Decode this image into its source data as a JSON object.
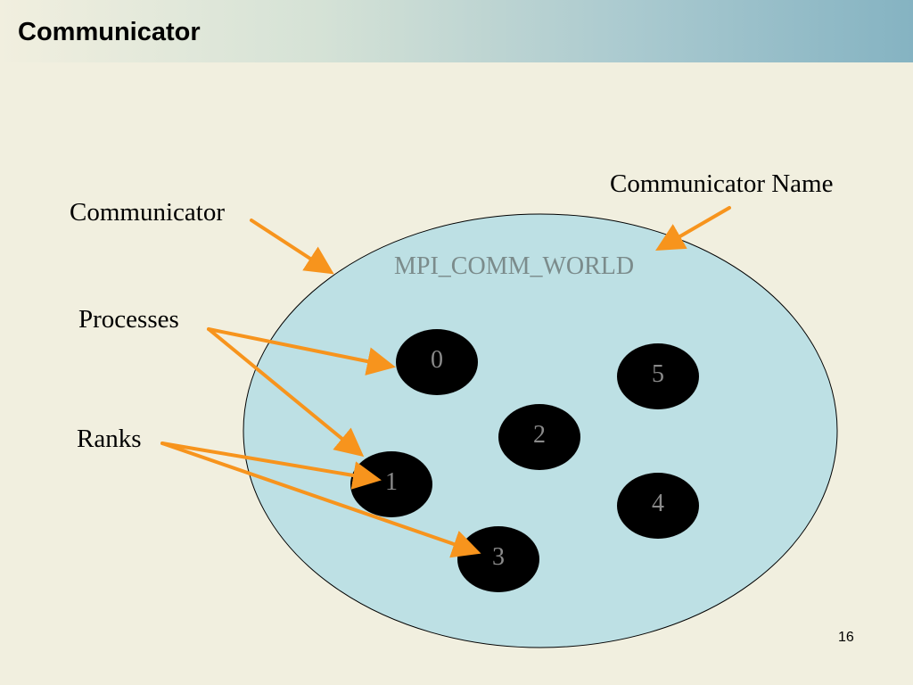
{
  "slide": {
    "title": "Communicator",
    "page_number": "16"
  },
  "diagram": {
    "communicator_name_label": "Communicator Name",
    "communicator_label": "Communicator",
    "processes_label": "Processes",
    "ranks_label": "Ranks",
    "world_name": "MPI_COMM_WORLD",
    "ranks": [
      "0",
      "1",
      "2",
      "3",
      "4",
      "5"
    ],
    "colors": {
      "communicator_fill": "#bde0e4",
      "process_fill": "#000000",
      "arrow": "#f7941d",
      "world_text": "#7b8b8b",
      "rank_text": "#8a8a8a"
    }
  }
}
